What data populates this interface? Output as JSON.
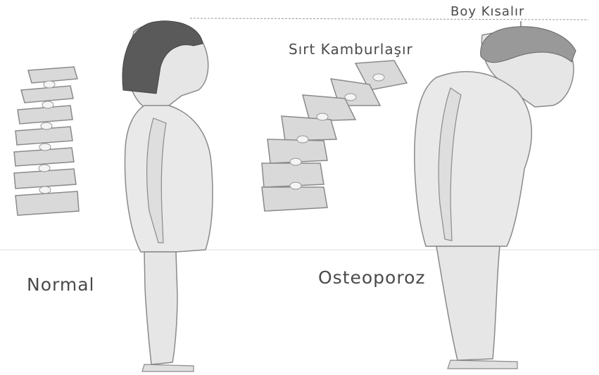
{
  "labels": {
    "normal": "Normal",
    "osteoporosis": "Osteoporoz",
    "hunchback": "Sırt Kamburlaşır",
    "height_shortens": "Boy Kısalır"
  },
  "colors": {
    "skin": "#e6e6e6",
    "outline": "#8a8a8a",
    "hair": "#5a5a5a",
    "bone": "#d9d9d9",
    "disc": "#f4f4f4"
  }
}
